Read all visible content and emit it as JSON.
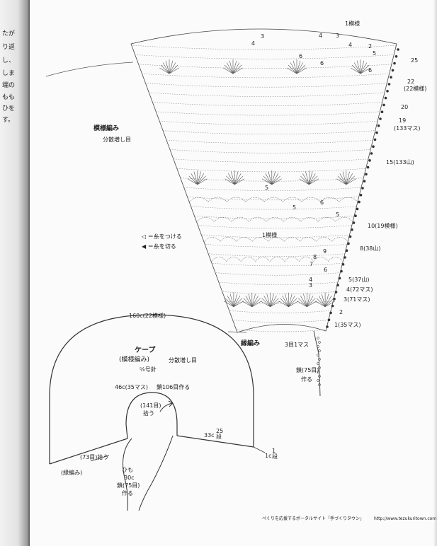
{
  "left_page": {
    "fragments": [
      "たが",
      "り返",
      "し、",
      "しま",
      "端の",
      "もも",
      "ひを",
      "す。"
    ]
  },
  "chart": {
    "title": "模様編み",
    "subtitle": "分散増し目",
    "top_label": "1模様",
    "row_labels": [
      "25",
      "22",
      "(22模様)",
      "20",
      "19",
      "(133マス)",
      "15(133山)",
      "10(19模様)",
      "8(38山)",
      "5(37山)",
      "4(72マス)",
      "3(71マス)",
      "2",
      "1(35マス)"
    ],
    "legend": {
      "attach": "＝糸をつける",
      "cut": "＝糸を切る"
    },
    "inner_label": "1模様",
    "edge_title": "縁編み",
    "edge_note": "3目1マス",
    "cord_label": "鎖(75目)",
    "cord_suffix": "作る",
    "cell_nums": [
      "4",
      "3",
      "2",
      "6",
      "5",
      "4",
      "4",
      "3",
      "6",
      "6",
      "5",
      "6",
      "5",
      "9",
      "8",
      "7",
      "6",
      "4",
      "3",
      "5"
    ]
  },
  "diagram": {
    "top_label": "160c(22模様)",
    "title": "ケープ",
    "subtitle": "(模様編み)",
    "subtitle_note": "分散増し目",
    "needle": "⁵⁄₀号針",
    "neck_label": "46c(35マス)",
    "neck_action": "鎖106目作る",
    "inner_count": "(141目)",
    "inner_action": "拾う",
    "side_len": "33c",
    "side_rows": "25段",
    "end_len": "1c",
    "end_rows": "1段",
    "pick_up": "(73目)拾う",
    "edge_label": "(縁編み)",
    "tie_name": "ひも",
    "tie_len": "30c",
    "tie_chain": "鎖(75目)",
    "tie_action": "作る"
  },
  "footer": {
    "text": "ぺくりを応援するポータルサイト「手づくりタウン」",
    "url": "http://www.tezukuritown.com"
  }
}
